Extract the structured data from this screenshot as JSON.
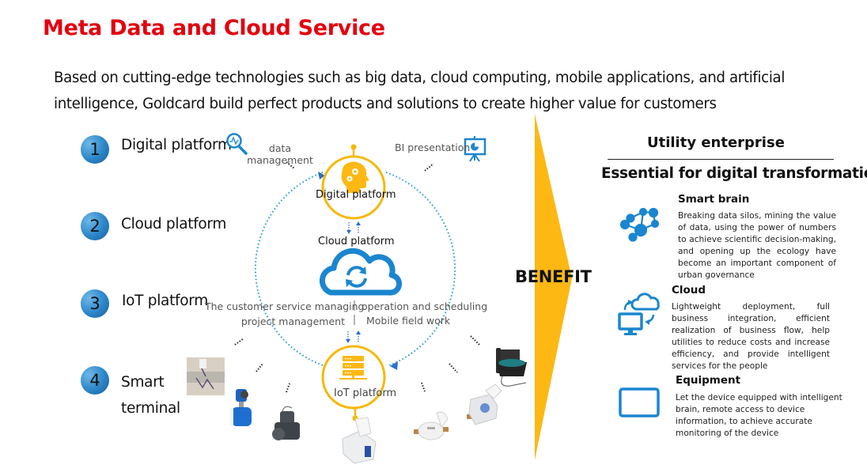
{
  "title": "Meta Data and Cloud Service",
  "intro": "Based on cutting-edge technologies such as big data, cloud computing, mobile applications, and artificial intelligence, Goldcard build perfect products and solutions to create higher value for customers",
  "layers": [
    {
      "number": "1",
      "label": "Digital platform"
    },
    {
      "number": "2",
      "label": "Cloud platform"
    },
    {
      "number": "3",
      "label": "IoT platform"
    },
    {
      "number": "4",
      "label": "Smart terminal"
    }
  ],
  "diagram": {
    "data_management": "data management",
    "bi_presentation": "BI presentation",
    "digital_node": "Digital platform",
    "cloud_node": "Cloud platform",
    "iot_node": "IoT platform",
    "services": {
      "left_top": "The customer service managing",
      "left_bottom": "project management",
      "right_top": "operation and scheduling",
      "right_bottom": "Mobile field work"
    },
    "devices": [
      "ultrasonic-flow-meter-photo",
      "electromagnetic-flow-meter-photo",
      "control-valve-photo",
      "smart-water-meter-photo",
      "compact-water-meter-photo",
      "prepaid-water-meter-photo",
      "data-concentrator-photo"
    ]
  },
  "benefit_label": "BENEFIT",
  "right": {
    "heading": "Utility enterprise",
    "subheading": "Essential for digital transformation",
    "features": [
      {
        "icon": "network-people-icon",
        "title": "Smart brain",
        "desc": "Breaking data silos, mining the value of data, using the power of numbers to achieve scientific decision-making, and opening up the ecology have become an important component of urban governance"
      },
      {
        "icon": "cloud-sync-monitor-icon",
        "title": "Cloud",
        "desc": "Lightweight deployment, full business integration, efficient realization of business flow, help utilities to reduce costs and increase efficiency, and provide intelligent services for the people"
      },
      {
        "icon": "tablet-icon",
        "title": "Equipment",
        "desc": "Let the device equipped with intelligent brain, remote access to device information, to achieve accurate monitoring of the device"
      }
    ]
  },
  "colors": {
    "title": "#e3000f",
    "accent_yellow": "#fdb813",
    "accent_blue": "#1a7fc8",
    "dotted_ring": "#1f9bd0"
  }
}
